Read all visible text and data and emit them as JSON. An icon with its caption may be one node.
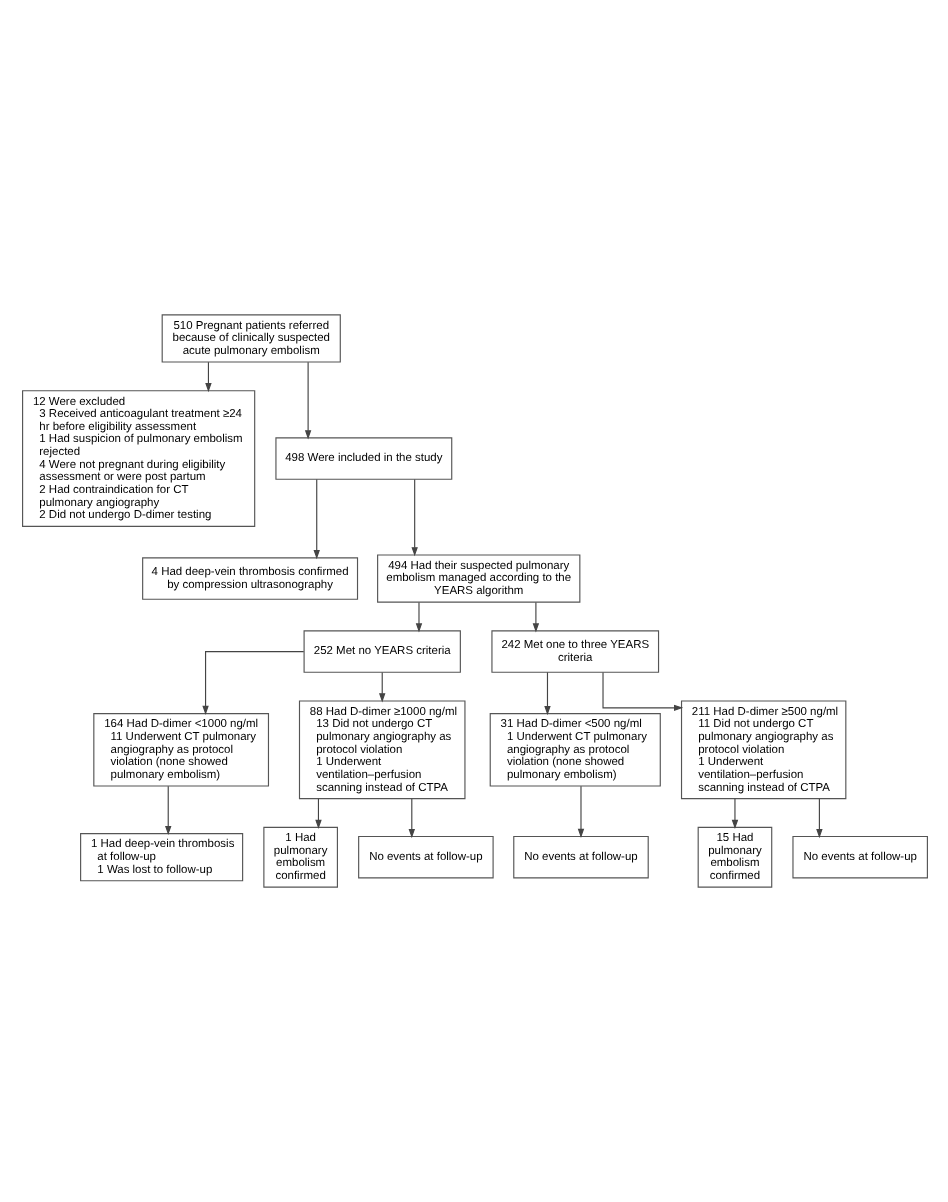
{
  "diagram": {
    "nodes": [
      {
        "text": [
          "510 Pregnant patients referred because of clinically suspected acute pulmonary embolism"
        ]
      },
      {
        "text": [
          "12 Were excluded",
          "3 Received anticoagulant treatment ≥24 hr before eligibility assessment",
          "1 Had suspicion of pulmonary embolism rejected",
          "4 Were not pregnant during eligibility assessment or were post partum",
          "2 Had contraindication for CT pulmonary angiography",
          "2 Did not undergo D-dimer testing"
        ]
      },
      {
        "text": [
          "498 Were included in the study"
        ]
      },
      {
        "text": [
          "4 Had deep-vein thrombosis confirmed by compression ultrasonography"
        ]
      },
      {
        "text": [
          "494 Had their suspected pulmonary embolism managed according to the YEARS algorithm"
        ]
      },
      {
        "text": [
          "252 Met no YEARS criteria"
        ]
      },
      {
        "text": [
          "242 Met one to three YEARS criteria"
        ]
      },
      {
        "text": [
          "164 Had D-dimer <1000 ng/ml",
          "11 Underwent CT pulmonary angiography as protocol violation (none showed pulmonary embolism)"
        ]
      },
      {
        "text": [
          "88 Had D-dimer ≥1000 ng/ml",
          "13 Did not undergo CT pulmonary angiography as protocol violation",
          "1 Underwent ventilation–perfusion scanning instead of CTPA"
        ]
      },
      {
        "text": [
          "31 Had D-dimer <500 ng/ml",
          "1 Underwent CT pulmonary angiography as protocol violation (none showed pulmonary embolism)"
        ]
      },
      {
        "text": [
          "211 Had D-dimer ≥500 ng/ml",
          "11 Did not undergo CT pulmonary angiography as protocol violation",
          "1 Underwent ventilation–perfusion scanning instead of CTPA"
        ]
      },
      {
        "text": [
          "1 Had pulmonary embolism confirmed"
        ]
      },
      {
        "text": [
          "15 Had pulmonary embolism confirmed"
        ]
      },
      {
        "text": [
          "1 Had deep-vein thrombosis at follow-up",
          "1 Was lost to follow-up"
        ]
      },
      {
        "text": [
          "No events at follow-up"
        ]
      },
      {
        "text": [
          "No events at follow-up"
        ]
      },
      {
        "text": [
          "No events at follow-up"
        ]
      }
    ],
    "edges": [
      {
        "from": 0,
        "to": 1,
        "arrow": "to"
      },
      {
        "from": 0,
        "to": 2,
        "arrow": "to"
      },
      {
        "from": 2,
        "to": 3,
        "arrow": "to"
      },
      {
        "from": 2,
        "to": 4,
        "arrow": "to"
      },
      {
        "from": 4,
        "to": 5,
        "arrow": "to"
      },
      {
        "from": 4,
        "to": 6,
        "arrow": "to"
      },
      {
        "from": 5,
        "to": 7,
        "arrow": "to"
      },
      {
        "from": 5,
        "to": 8,
        "arrow": "to"
      },
      {
        "from": 6,
        "to": 9,
        "arrow": "to"
      },
      {
        "from": 6,
        "to": 10,
        "arrow": "to"
      },
      {
        "from": 8,
        "to": 11,
        "arrow": "to"
      },
      {
        "from": 10,
        "to": 12,
        "arrow": "to"
      },
      {
        "from": 7,
        "to": 13,
        "arrow": "to"
      },
      {
        "from": 8,
        "to": 14,
        "arrow": "to"
      },
      {
        "from": 9,
        "to": 15,
        "arrow": "to"
      },
      {
        "from": 10,
        "to": 16,
        "arrow": "to"
      }
    ]
  }
}
